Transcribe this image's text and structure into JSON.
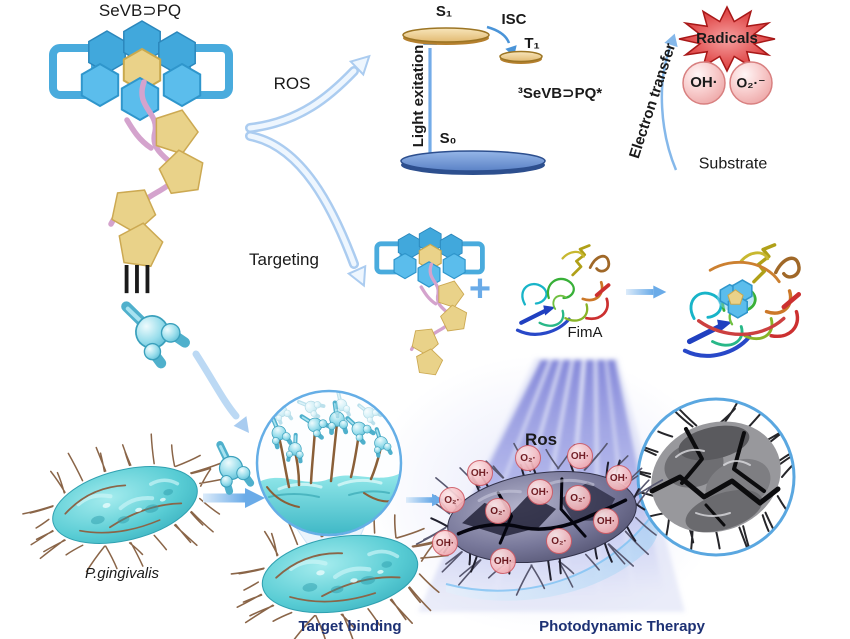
{
  "colors": {
    "host_blue": "#5bbdec",
    "host_blue_dark": "#41a8dc",
    "guest_yellow": "#e9d289",
    "linker_pink": "#d4a3cd",
    "energy_disc_tan": "#eecf96",
    "energy_disc_blue": "#7aa3dc",
    "arrow_light_blue": "#abccf0",
    "arrow_blue": "#6aabe8",
    "radical_star_red": "#d43434",
    "radical_sphere_pink": "#f5b9be",
    "bacteria_cyan": "#58ccd4",
    "fimbriae_brown": "#8a6548",
    "damaged_bacteria_gray": "#78789a",
    "light_beam_purple": "#7a7ed6",
    "caption_navy": "#1d3174"
  },
  "title": "SeVB⊃PQ",
  "equivalence_symbol": "|||",
  "process_arrows": {
    "ros_label": "ROS",
    "targeting_label": "Targeting"
  },
  "jablonski": {
    "s1_label": "S₁",
    "t1_label": "T₁",
    "s0_label": "S₀",
    "isc_label": "ISC",
    "excitation_label": "Light exitation",
    "triplet_species": "³SeVB⊃PQ*"
  },
  "radical_generation": {
    "electron_transfer_label": "Electron transfer",
    "radicals_title": "Radicals",
    "hydroxyl_radical": "OH·",
    "superoxide_radical": "O₂·⁻",
    "substrate_label": "Substrate"
  },
  "assembly": {
    "plus_sign": "+",
    "protein_label": "FimA"
  },
  "bacterium_label": "P.gingivalis",
  "pdt": {
    "ros_title": "Ros",
    "ros_bubbles": [
      "OH·",
      "O₂·",
      "OH·",
      "OH·",
      "O₂·",
      "OH·",
      "O₂·",
      "O₂·",
      "OH·",
      "O₂·",
      "OH·",
      "OH·"
    ]
  },
  "captions": {
    "target_binding": "Target binding",
    "photodynamic_therapy": "Photodynamic Therapy"
  }
}
